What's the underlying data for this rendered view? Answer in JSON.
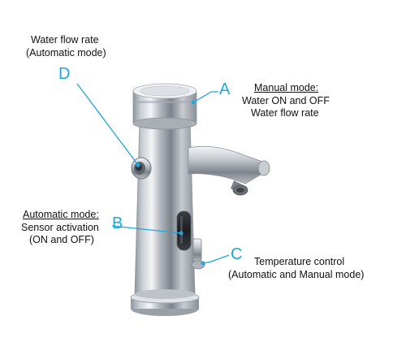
{
  "annotations": {
    "A": {
      "letter": "A",
      "title": "Manual mode:",
      "lines": [
        "Water ON and OFF",
        "Water flow rate"
      ]
    },
    "B": {
      "letter": "B",
      "title": "Automatic mode:",
      "lines": [
        "Sensor activation",
        "(ON and OFF)"
      ]
    },
    "C": {
      "letter": "C",
      "lines": [
        "Temperature control",
        "(Automatic and Manual mode)"
      ]
    },
    "D": {
      "letter": "D",
      "lines": [
        "Water flow rate",
        "(Automatic mode)"
      ]
    }
  },
  "colors": {
    "accent": "#1fa6dc",
    "chrome_light": "#e9ecef",
    "chrome_dark": "#6e757c"
  }
}
